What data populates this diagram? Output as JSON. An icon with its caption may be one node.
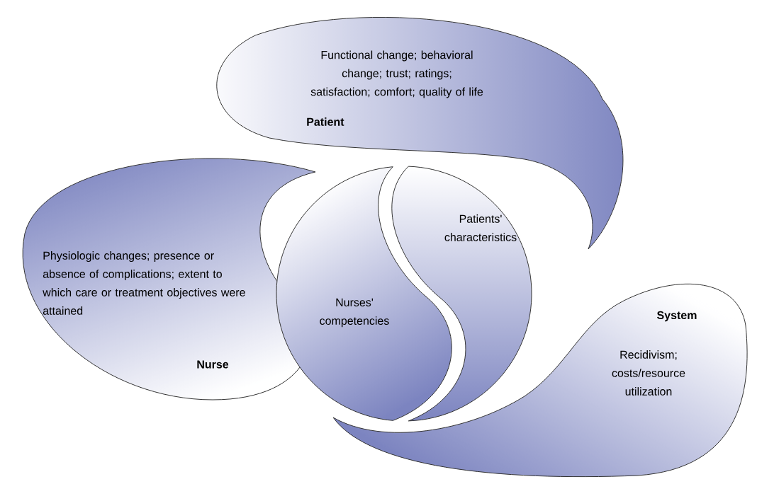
{
  "diagram": {
    "nodes": [
      {
        "text": [
          "Functional change; behavioral change; trust; ratings; satisfaction; comfort; quality of life",
          "Patient"
        ]
      },
      {
        "text": [
          "Physiologic changes; presence or absence of complications; extent to which care or treatment objectives were attained",
          "Nurse"
        ]
      },
      {
        "text": [
          "Nurses' competencies"
        ]
      },
      {
        "text": [
          "Patients' characteristics"
        ]
      },
      {
        "text": [
          "System",
          "Recidivism; costs/resource utilization"
        ]
      }
    ]
  }
}
